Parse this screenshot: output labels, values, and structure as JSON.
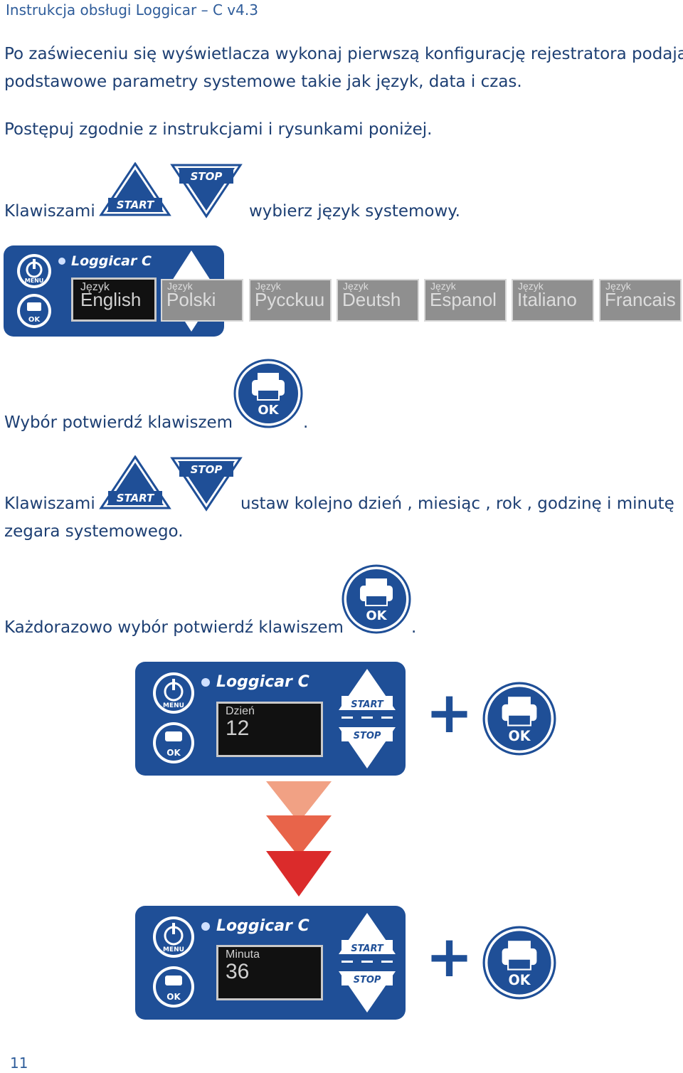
{
  "header": "Instrukcja obsługi Loggicar – C v4.3",
  "paragraph1": [
    "Po zaświeceniu się wyświetlacza wykonaj pierwszą konfigurację rejestratora podając",
    "podstawowe parametry systemowe takie jak  język, data i czas."
  ],
  "paragraph2": "Postępuj zgodnie z instrukcjami i rysunkami poniżej.",
  "step1": {
    "prefix": "Klawiszami",
    "suffix": "wybierz język systemowy."
  },
  "buttons": {
    "start": "START",
    "stop": "STOP",
    "ok": "OK",
    "menu": "MENU"
  },
  "brand": "Loggicar",
  "brand_suffix": "C",
  "languages": [
    {
      "label": "Język",
      "value": "English"
    },
    {
      "label": "Język",
      "value": "Polski"
    },
    {
      "label": "Język",
      "value": "Pycckuu"
    },
    {
      "label": "Język",
      "value": "Deutsh"
    },
    {
      "label": "Język",
      "value": "Espanol"
    },
    {
      "label": "Język",
      "value": "Italiano"
    },
    {
      "label": "Język",
      "value": "Francais"
    }
  ],
  "step2": {
    "text": "Wybór potwierdź klawiszem",
    "end": "."
  },
  "step3": {
    "prefix": "Klawiszami",
    "suffix": "ustaw kolejno dzień , miesiąc , rok , godzinę i minutę",
    "line2": "zegara systemowego."
  },
  "step4": {
    "text": "Każdorazowo wybór potwierdź klawiszem",
    "end": "."
  },
  "device1": {
    "label": "Dzień",
    "value": "12"
  },
  "device2": {
    "label": "Minuta",
    "value": "36"
  },
  "plus": "+",
  "page_number": "11",
  "colors": {
    "brand_blue": "#1f4f97",
    "arrow1": "#f1a184",
    "arrow2": "#e8644a",
    "arrow3": "#db2b2b"
  }
}
